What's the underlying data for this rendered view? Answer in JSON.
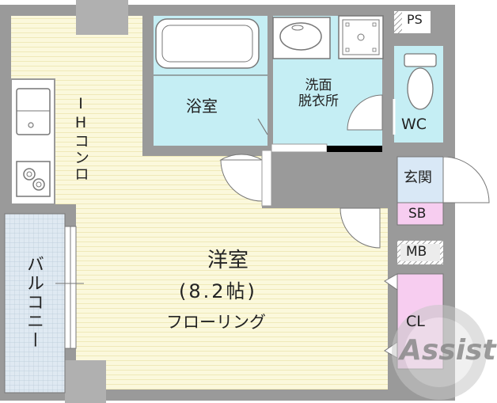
{
  "floorplan": {
    "rooms": {
      "western": {
        "name": "洋室",
        "size": "(8.2帖)",
        "floor": "フローリング"
      },
      "bath": {
        "name": "浴室"
      },
      "washroom": {
        "name": "洗面\n脱衣所"
      },
      "toilet": {
        "name": "WC"
      },
      "entrance": {
        "name": "玄関"
      },
      "shoe_box": {
        "name": "SB"
      },
      "meter_box": {
        "name": "MB"
      },
      "closet": {
        "name": "CL"
      },
      "pipe_space": {
        "name": "PS"
      },
      "balcony": {
        "name": "バルコニー"
      },
      "kitchen_stove": {
        "name": "IHコンロ"
      }
    },
    "watermark": "Assist",
    "colors": {
      "floor": "#fbf8dc",
      "wet": "#c5eef4",
      "entrance": "#d9e8f6",
      "closet": "#f7cdf0",
      "wall": "#9a9a9a",
      "balcony": "#dfe9f2"
    }
  }
}
